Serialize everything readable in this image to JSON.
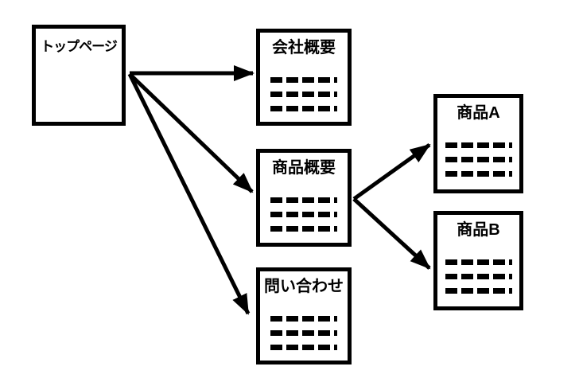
{
  "diagram": {
    "title": "site-map-diagram",
    "colors": {
      "line": "#000000",
      "background": "#ffffff"
    },
    "nodes": {
      "top_page": {
        "label": "トップページ"
      },
      "company_overview": {
        "label": "会社概要"
      },
      "product_overview": {
        "label": "商品概要"
      },
      "contact": {
        "label": "問い合わせ"
      },
      "product_a": {
        "label": "商品A"
      },
      "product_b": {
        "label": "商品B"
      }
    },
    "edges": [
      {
        "from": "トップページ",
        "to": "会社概要"
      },
      {
        "from": "トップページ",
        "to": "商品概要"
      },
      {
        "from": "トップページ",
        "to": "問い合わせ"
      },
      {
        "from": "商品概要",
        "to": "商品A"
      },
      {
        "from": "商品概要",
        "to": "商品B"
      }
    ]
  }
}
